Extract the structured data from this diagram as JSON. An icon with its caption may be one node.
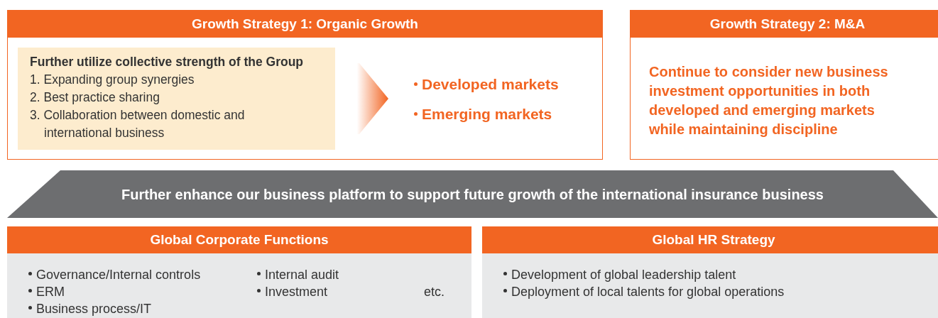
{
  "diagram": {
    "nodes": [
      {
        "text": [
          "Growth Strategy 1: Organic Growth"
        ]
      },
      {
        "text": [
          "Further utilize collective strength of the Group",
          "1. Expanding group synergies",
          "2. Best practice sharing",
          "3. Collaboration between domestic and international business"
        ],
        "in": 0
      },
      {
        "text": [
          "Developed markets",
          "Emerging markets"
        ],
        "in": 0
      },
      {
        "text": [
          "Growth Strategy 2: M&A",
          "Continue to consider new business investment opportunities in both developed and emerging markets while maintaining discipline"
        ]
      },
      {
        "text": [
          "Further enhance our business platform to support future growth of the international insurance business"
        ]
      },
      {
        "text": [
          "Global Corporate Functions",
          "Governance/Internal controls",
          "ERM",
          "Business process/IT",
          "Internal audit",
          "Investment",
          "etc."
        ]
      },
      {
        "text": [
          "Global HR Strategy",
          "Development of global leadership talent",
          "Deployment of local talents for global operations"
        ]
      }
    ],
    "edges": [
      {
        "from": 1,
        "to": 2,
        "arrow": "to"
      }
    ]
  }
}
